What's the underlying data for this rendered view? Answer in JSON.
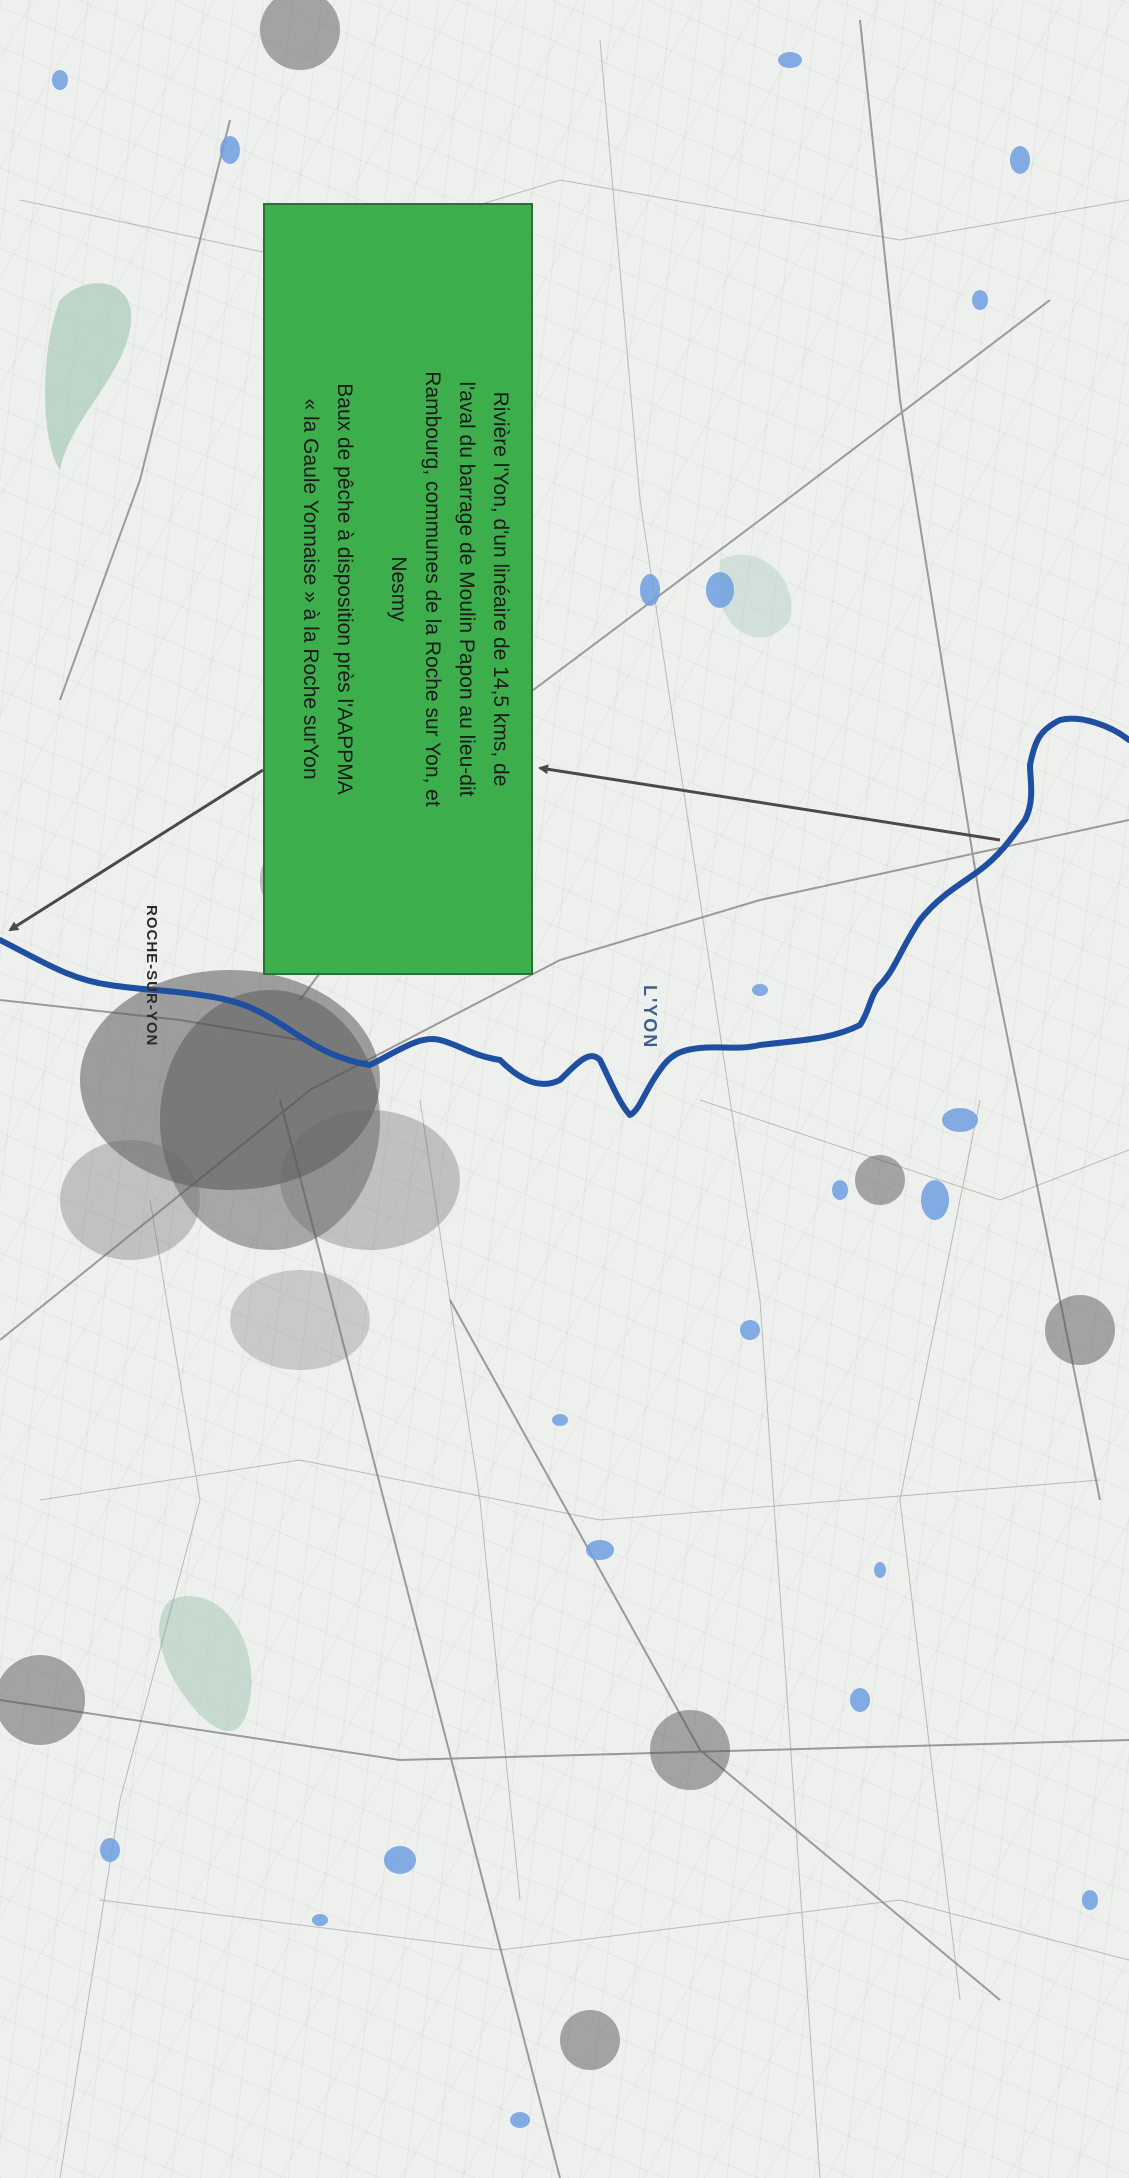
{
  "map": {
    "city_label": "ROCHE-SUR-YON",
    "river_label": "L'YON",
    "colors": {
      "river": "#1f4fa0",
      "callout_fill": "#3cae4c",
      "callout_border": "#2f6f36",
      "urban": "#5a5a5a",
      "water_bodies": "#6f9fe0",
      "wetland": "#9ec4b2",
      "leader_line": "#4a4a4a"
    },
    "icons": {
      "arrow_head": "arrowhead-icon"
    }
  },
  "callout": {
    "line1": "Rivière l'Yon, d'un linéaire de 14,5 kms, de",
    "line2": "l'aval du barrage de Moulin Papon au lieu-dit",
    "line3": "Rambourg, communes de la Roche sur Yon, et",
    "line4": "Nesmy",
    "line5": "Baux de pêche à disposition près l'AAPPMA",
    "line6": "« la Gaule Yonnaise » à la Roche surYon"
  }
}
